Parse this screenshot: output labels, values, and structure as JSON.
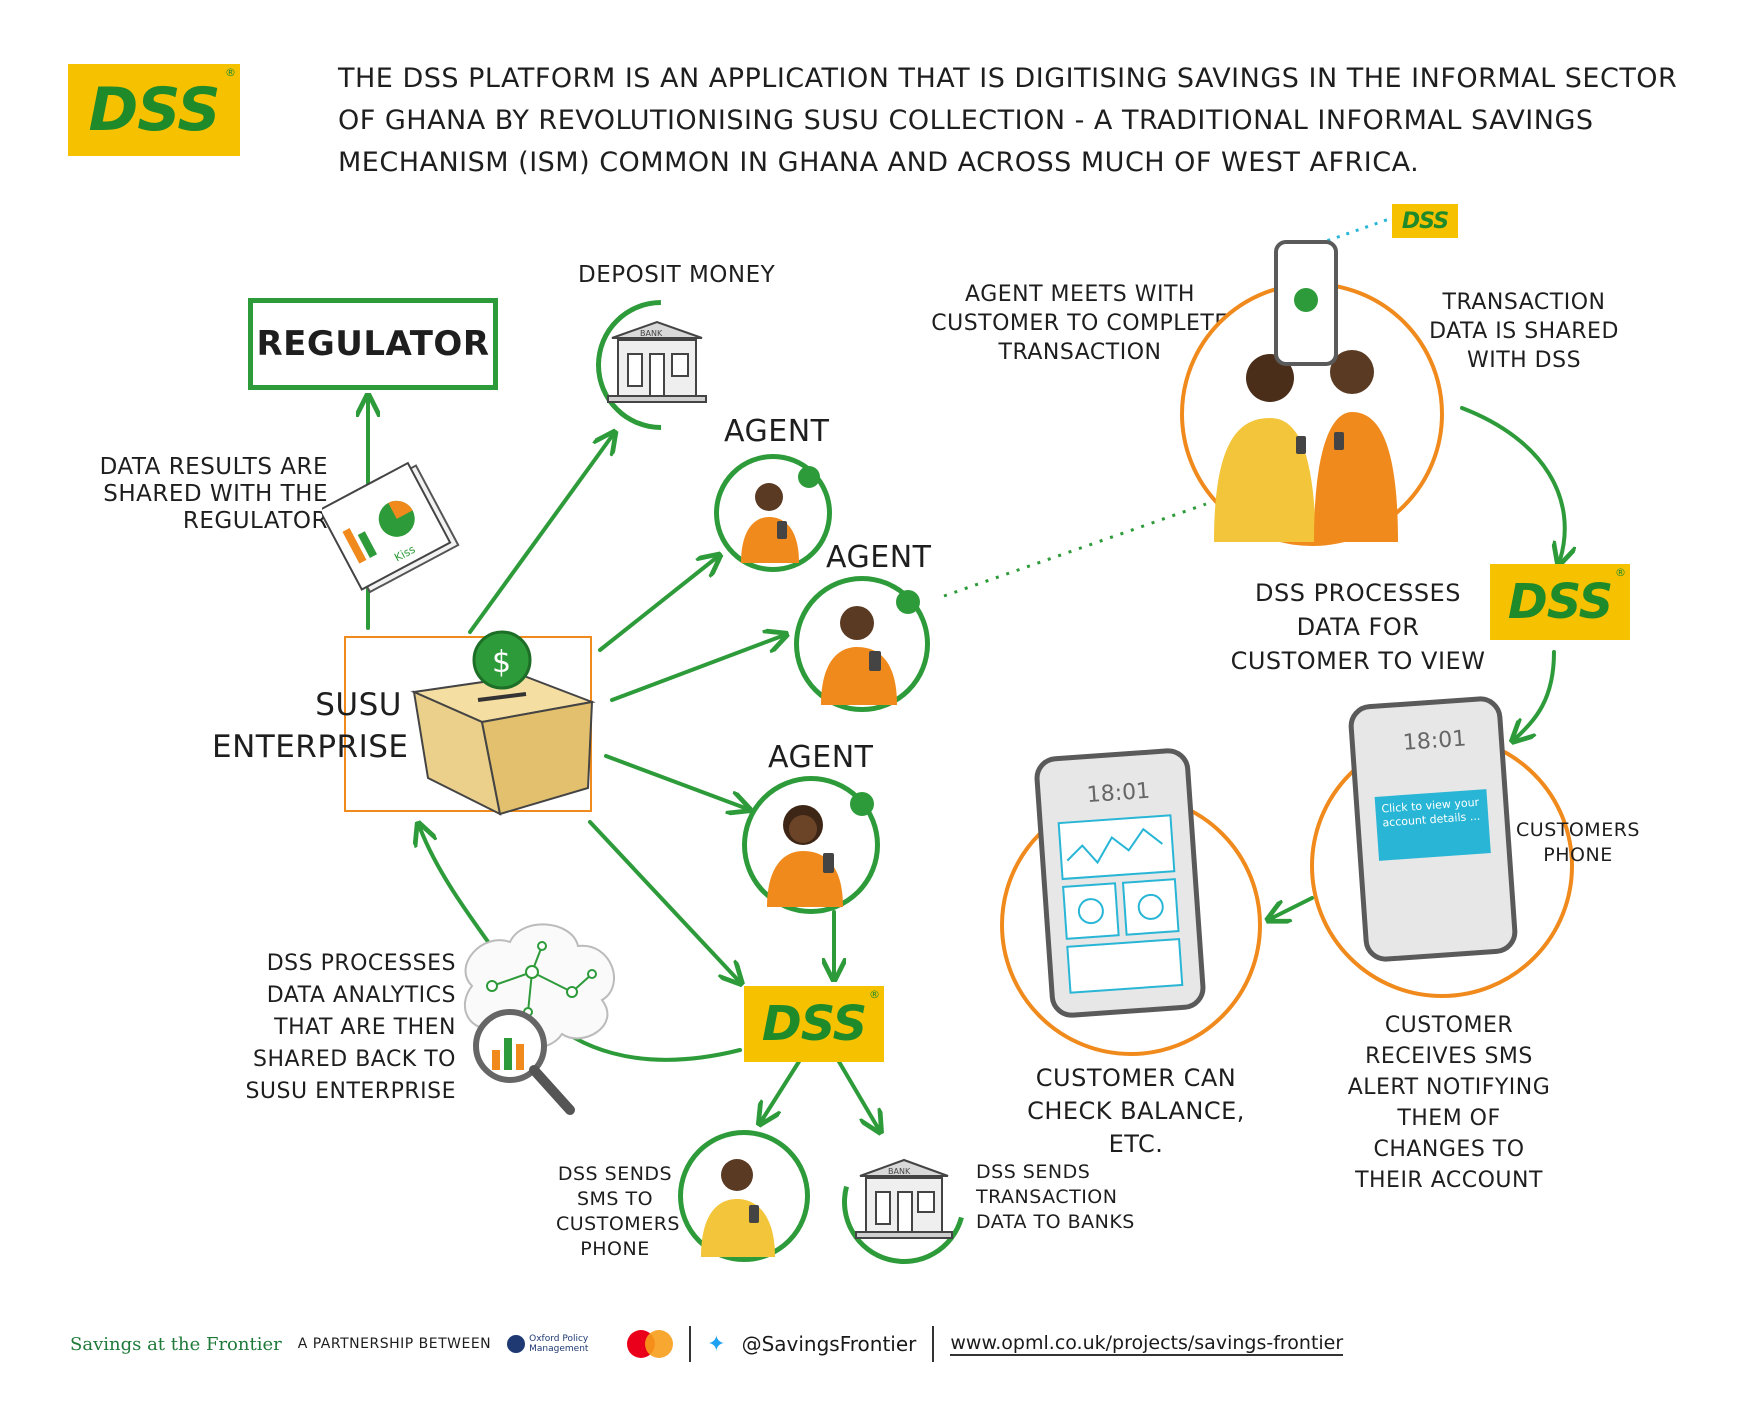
{
  "brand": {
    "logo_text": "DSS",
    "reg_mark": "®",
    "brand_color": "#2e9b3a",
    "logo_bg": "#f6c200",
    "accent_orange": "#f08a1c",
    "sms_blue": "#29b6d6"
  },
  "header": {
    "intro": "THE DSS PLATFORM IS AN APPLICATION THAT IS DIGITISING SAVINGS IN THE INFORMAL SECTOR OF GHANA BY REVOLUTIONISING SUSU COLLECTION - A TRADITIONAL INFORMAL SAVINGS MECHANISM (ISM) COMMON IN GHANA AND ACROSS MUCH OF WEST AFRICA."
  },
  "nodes": {
    "regulator": "REGULATOR",
    "data_results": "DATA RESULTS ARE SHARED WITH THE REGULATOR",
    "deposit_money": "DEPOSIT MONEY",
    "bank_sign": "BANK",
    "agent_1": "AGENT",
    "agent_2": "AGENT",
    "agent_3": "AGENT",
    "susu_enterprise": "SUSU ENTERPRISE",
    "report_label": "Kiss",
    "analytics": "DSS PROCESSES DATA ANALYTICS THAT ARE THEN SHARED BACK TO SUSU ENTERPRISE",
    "sends_sms": "DSS SENDS SMS TO CUSTOMERS PHONE",
    "sends_banks": "DSS SENDS TRANSACTION DATA TO BANKS",
    "agent_meets": "AGENT MEETS WITH CUSTOMER TO COMPLETE TRANSACTION",
    "transaction_shared": "TRANSACTION DATA IS SHARED WITH DSS",
    "processes_view": "DSS PROCESSES DATA FOR CUSTOMER TO VIEW",
    "customers_phone": "CUSTOMERS PHONE",
    "customer_receives": "CUSTOMER RECEIVES SMS ALERT NOTIFYING THEM OF CHANGES TO THEIR ACCOUNT",
    "check_balance": "CUSTOMER CAN CHECK BALANCE, ETC.",
    "phone_time_1": "18:01",
    "phone_time_2": "18:01",
    "sms_message": "Click to view your account details ..."
  },
  "footer": {
    "brand": "Savings at the Frontier",
    "partnership": "A PARTNERSHIP BETWEEN",
    "opm": "Oxford Policy Management",
    "twitter": "@SavingsFrontier",
    "url": "www.opml.co.uk/projects/savings-frontier"
  }
}
